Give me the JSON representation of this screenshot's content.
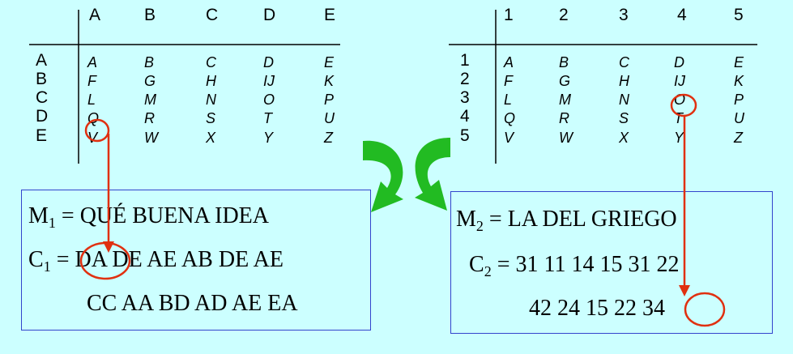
{
  "tables": {
    "left": {
      "col_headers": [
        "A",
        "B",
        "C",
        "D",
        "E"
      ],
      "row_headers": [
        "A",
        "B",
        "C",
        "D",
        "E"
      ],
      "rows": [
        [
          "A",
          "B",
          "C",
          "D",
          "E"
        ],
        [
          "F",
          "G",
          "H",
          "IJ",
          "K"
        ],
        [
          "L",
          "M",
          "N",
          "O",
          "P"
        ],
        [
          "Q",
          "R",
          "S",
          "T",
          "U"
        ],
        [
          "V",
          "W",
          "X",
          "Y",
          "Z"
        ]
      ]
    },
    "right": {
      "col_headers": [
        "1",
        "2",
        "3",
        "4",
        "5"
      ],
      "row_headers": [
        "1",
        "2",
        "3",
        "4",
        "5"
      ],
      "rows": [
        [
          "A",
          "B",
          "C",
          "D",
          "E"
        ],
        [
          "F",
          "G",
          "H",
          "IJ",
          "K"
        ],
        [
          "L",
          "M",
          "N",
          "O",
          "P"
        ],
        [
          "Q",
          "R",
          "S",
          "T",
          "U"
        ],
        [
          "V",
          "W",
          "X",
          "Y",
          "Z"
        ]
      ]
    }
  },
  "left_box": {
    "m_label": "M",
    "m_sub": "1",
    "m_text": " = QUÉ BUENA IDEA",
    "c_label": "C",
    "c_sub": "1",
    "c_eq": " = ",
    "c_first": "DA",
    "c_rest": " DE AE  AB DE AE",
    "line3": "CC AA   BD AD AE EA"
  },
  "right_box": {
    "m_label": "M",
    "m_sub": "2",
    "m_text": " = LA DEL GRIEGO",
    "c_label": "C",
    "c_sub": "2",
    "c_text": " = 31  11  14  15  31  22",
    "line3_pre": "42  24  15  22 ",
    "line3_last": "34"
  },
  "colors": {
    "background": "#ccffff",
    "box_border": "#3344cc",
    "highlight": "#e03010",
    "arrow_green": "#22bb22"
  }
}
